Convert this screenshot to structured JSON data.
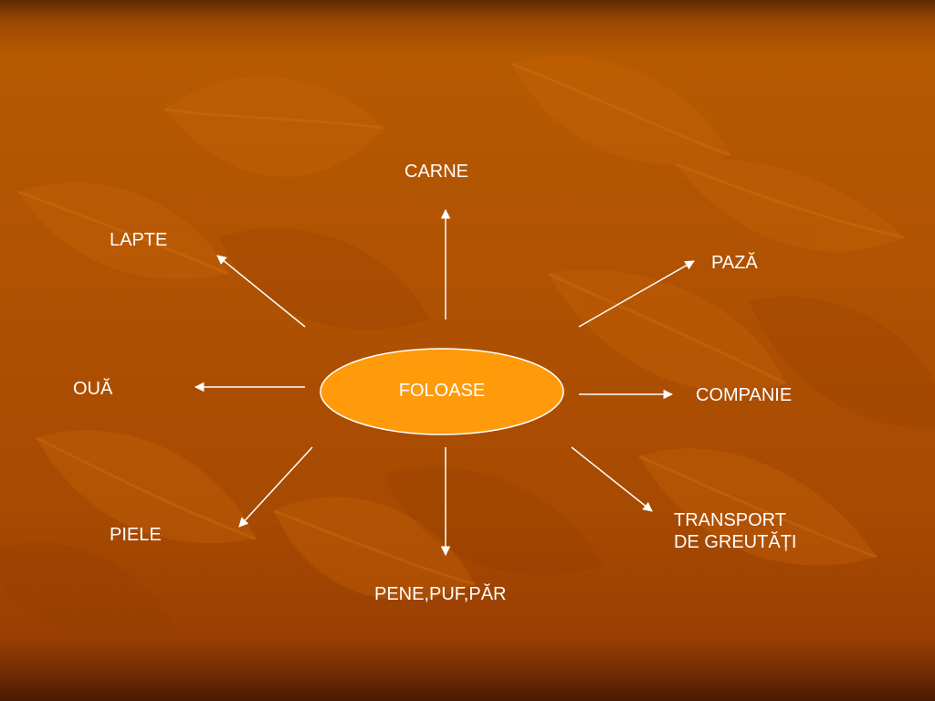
{
  "diagram": {
    "center": "FOLOASE",
    "nodes": [
      {
        "id": "carne",
        "text": "CARNE"
      },
      {
        "id": "lapte",
        "text": "LAPTE"
      },
      {
        "id": "paza",
        "text": "PAZĂ"
      },
      {
        "id": "oua",
        "text": "OUĂ"
      },
      {
        "id": "companie",
        "text": "COMPANIE"
      },
      {
        "id": "piele",
        "text": "PIELE"
      },
      {
        "id": "pene",
        "text": "PENE,PUF,PĂR"
      },
      {
        "id": "transport",
        "text": "TRANSPORT\nDE GREUTĂȚI"
      }
    ]
  },
  "colors": {
    "center_fill": "#ff9a0a",
    "text": "#ffffff",
    "arrows": "#ffffff"
  }
}
